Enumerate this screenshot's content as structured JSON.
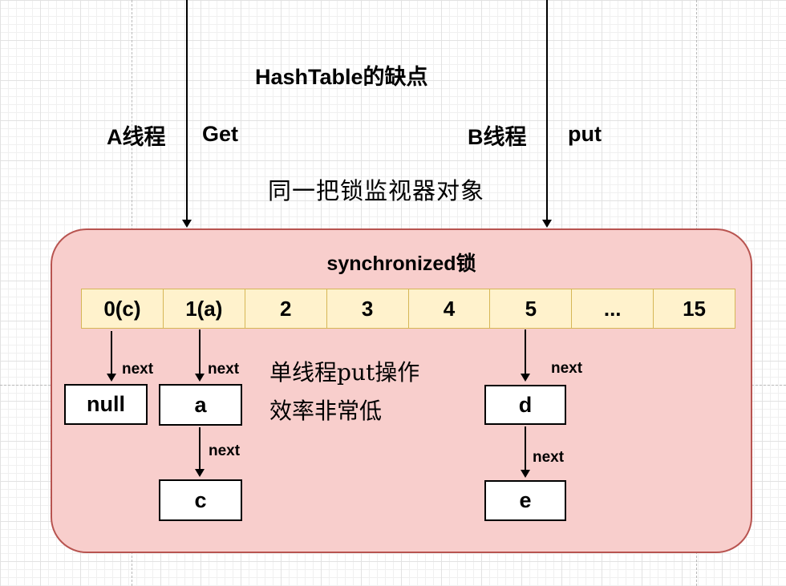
{
  "title": "HashTable的缺点",
  "threads": {
    "a_label": "A线程",
    "a_action": "Get",
    "b_label": "B线程",
    "b_action": "put"
  },
  "monitor_note": "同一把锁监视器对象",
  "lock": {
    "title": "synchronized锁",
    "buckets": [
      "0(c)",
      "1(a)",
      "2",
      "3",
      "4",
      "5",
      "...",
      "15"
    ],
    "nodes": {
      "bucket0_value": "null",
      "bucket1_head": "a",
      "bucket1_next": "c",
      "bucket5_head": "d",
      "bucket5_next": "e"
    },
    "next_label": "next",
    "note_line1": "单线程put操作",
    "note_line2": "效率非常低"
  },
  "colors": {
    "lock_fill": "#F8CECC",
    "lock_border": "#B85450",
    "bucket_fill": "#FFF2CC",
    "bucket_border": "#D6B656",
    "node_fill": "#FFFFFF",
    "node_border": "#000000",
    "arrow_color": "#000000"
  }
}
